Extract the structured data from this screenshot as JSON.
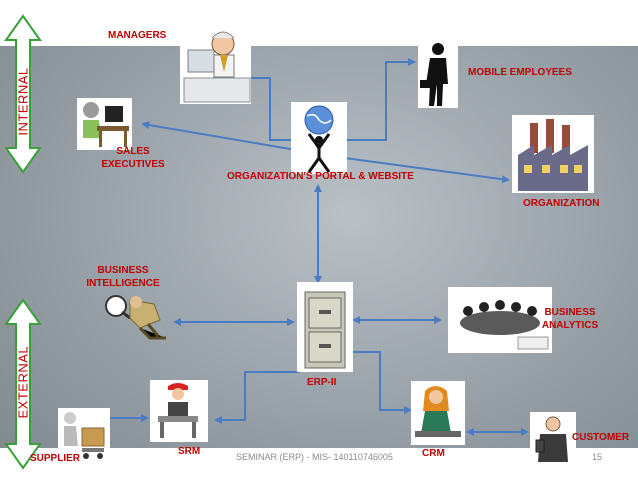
{
  "side_labels": {
    "internal": "INTERNAL",
    "external": "EXTERNAL"
  },
  "nodes": {
    "managers": "MANAGERS",
    "mobile_employees": "MOBILE EMPLOYEES",
    "sales_executives_line1": "SALES",
    "sales_executives_line2": "EXECUTIVES",
    "portal": "ORGANIZATION'S PORTAL & WEBSITE",
    "organization": "ORGANIZATION",
    "business_intelligence_line1": "BUSINESS",
    "business_intelligence_line2": "INTELLIGENCE",
    "business_analytics_line1": "BUSINESS",
    "business_analytics_line2": "ANALYTICS",
    "erp": "ERP-II",
    "srm": "SRM",
    "crm": "CRM",
    "customer": "CUSTOMER",
    "supplier": "SUPPLIER"
  },
  "footer": {
    "text": "SEMINAR (ERP) - MIS- 140110746005",
    "page": "15"
  },
  "colors": {
    "label": "#c00000",
    "arrow": "#4a7cc4",
    "side_arrow_fill": "#ffffff",
    "side_arrow_stroke": "#3aa13a"
  }
}
